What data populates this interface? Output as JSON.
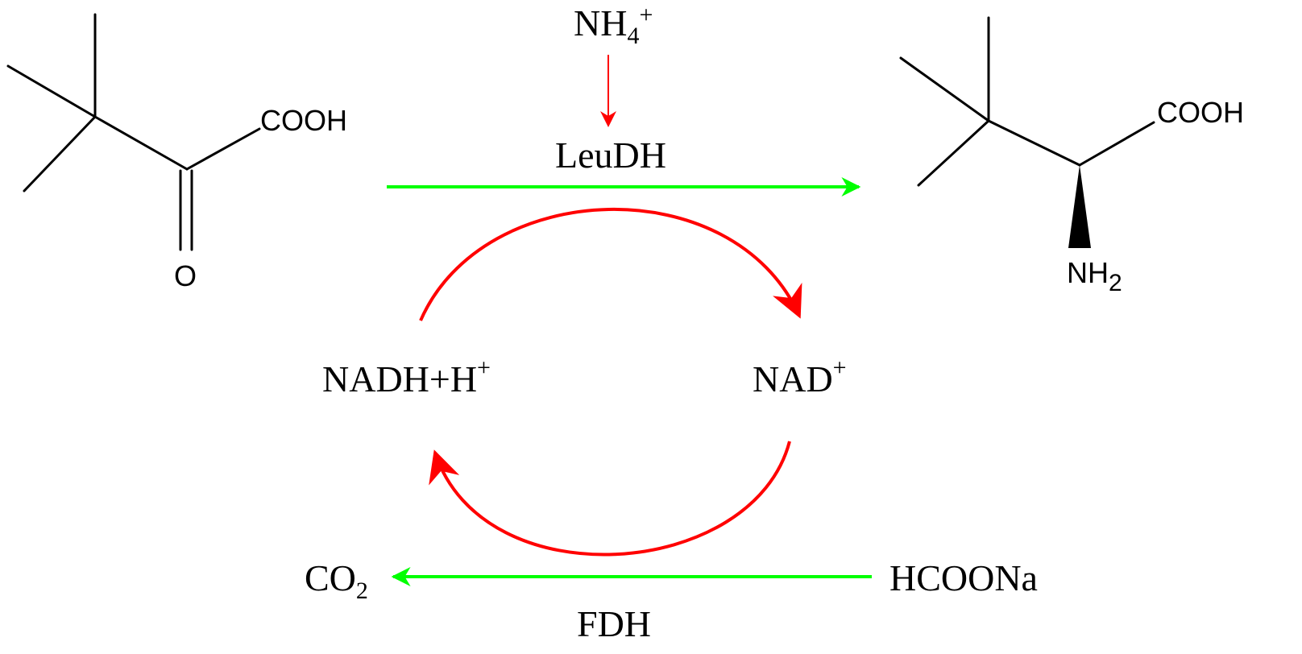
{
  "reactant": {
    "carboxyl_label": "COOH",
    "oxygen_label": "O"
  },
  "product": {
    "carboxyl_label": "COOH",
    "amine_label": "NH",
    "amine_subscript": "2"
  },
  "ammonium": {
    "base": "NH",
    "subscript": "4",
    "superscript": "+"
  },
  "enzyme_top": "LeuDH",
  "enzyme_bottom": "FDH",
  "cofactor_reduced": {
    "base": "NADH+H",
    "superscript": "+"
  },
  "cofactor_oxidized": {
    "base": "NAD",
    "superscript": "+"
  },
  "co2": {
    "base": "CO",
    "subscript": "2"
  },
  "formate": "HCOONa",
  "colors": {
    "main_arrow": "#00ff00",
    "cycle_arrow": "#ff0000",
    "structure": "#000000"
  }
}
